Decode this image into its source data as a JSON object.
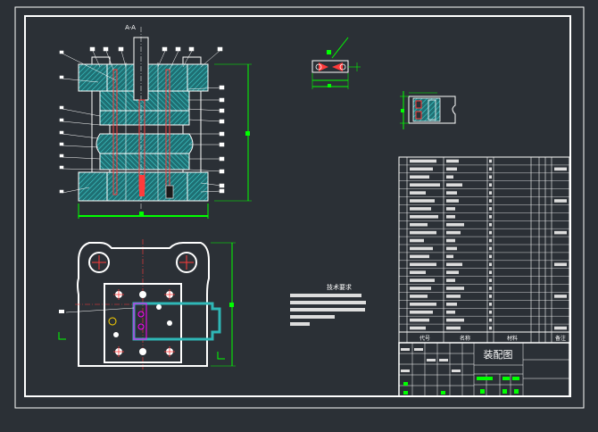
{
  "drawing": {
    "top_label": "A-A",
    "tech_req_title": "技术要求",
    "tb_title": "装配图",
    "bom_header": {
      "code": "代号",
      "name": "名称",
      "material": "材料",
      "notes": "备注"
    },
    "colors": {
      "background": "#2b3036",
      "line": "#ffffff",
      "hatch": "#2fb7b7",
      "dimension": "#00ff00",
      "part": "#ff3b3b",
      "accent": "#ff00ff"
    }
  }
}
